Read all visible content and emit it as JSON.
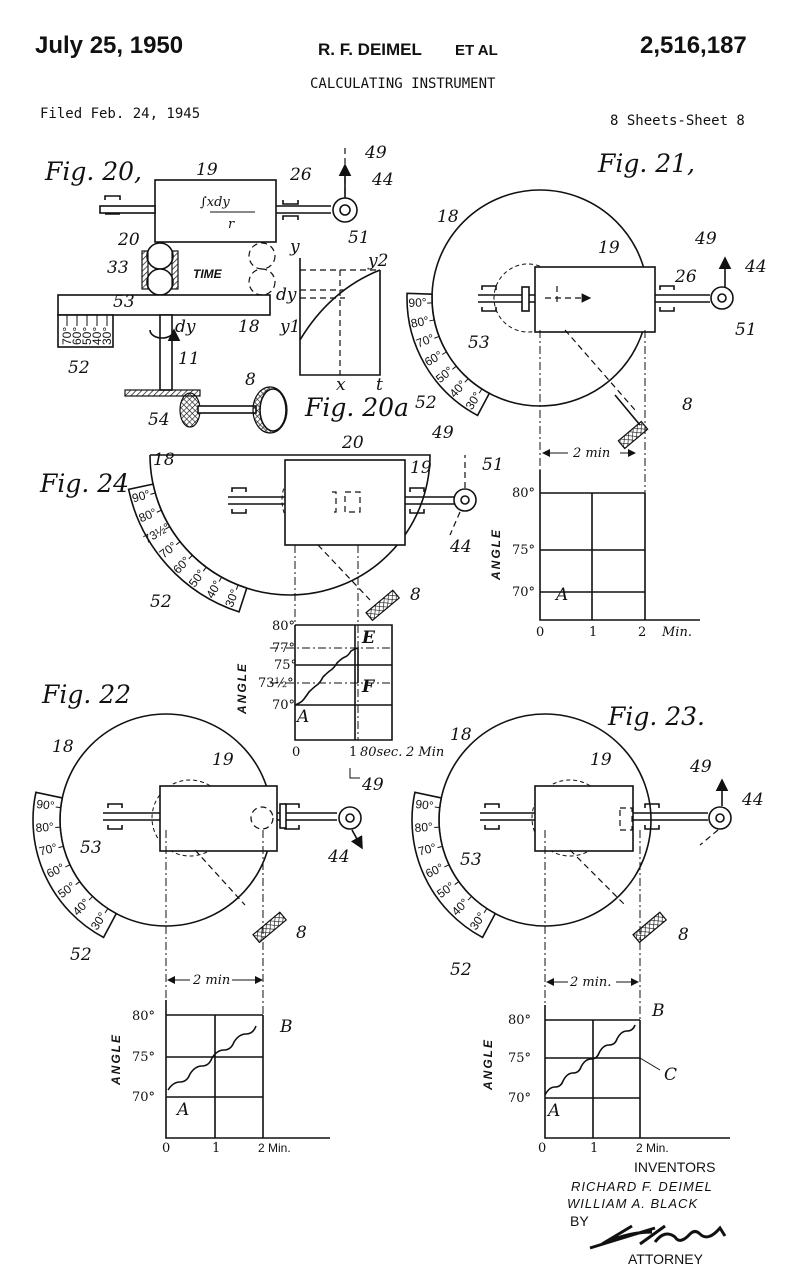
{
  "header": {
    "date": "July 25, 1950",
    "inventor": "R. F. DEIMEL",
    "et_al": "ET AL",
    "patent_number": "2,516,187",
    "title": "CALCULATING INSTRUMENT",
    "filed": "Filed Feb. 24, 1945",
    "sheets": "8 Sheets-Sheet 8"
  },
  "fig20": {
    "title": "Fig. 20,",
    "refs": {
      "r19": "19",
      "r26": "26",
      "r49": "49",
      "r44": "44",
      "r51": "51",
      "r20": "20",
      "r33": "33",
      "r53": "53",
      "r18": "18",
      "r52": "52",
      "r11": "11",
      "r54": "54",
      "r8": "8"
    },
    "formula_num": "∫xdy",
    "formula_den": "r",
    "time": "TIME",
    "dy": "dy",
    "scale": [
      "70°",
      "60°",
      "50°",
      "40°",
      "30°"
    ]
  },
  "fig20a": {
    "title": "Fig. 20a",
    "y": "y",
    "y2": "y2",
    "y1": "y1",
    "dy": "dy",
    "x": "x",
    "t": "t"
  },
  "fig21": {
    "title": "Fig. 21,",
    "refs": {
      "r18": "18",
      "r19": "19",
      "r49": "49",
      "r44": "44",
      "r26": "26",
      "r51": "51",
      "r53": "53",
      "r52": "52",
      "r8": "8"
    },
    "scale": [
      "90°",
      "80°",
      "70°",
      "60°",
      "50°",
      "40°",
      "30°"
    ],
    "chart": {
      "span": "2 min",
      "ylabel": "ANGLE",
      "yticks": [
        "80°",
        "75°",
        "70°"
      ],
      "xticks": [
        "0",
        "1",
        "2",
        "Min."
      ],
      "points": {
        "a": "A"
      }
    }
  },
  "fig24": {
    "title": "Fig. 24,",
    "refs": {
      "r18": "18",
      "r20": "20",
      "r49": "49",
      "r51": "51",
      "r19": "19",
      "r44": "44",
      "r8": "8",
      "r52": "52",
      "r49b": "49"
    },
    "scale": [
      "90°",
      "80°",
      "73½°",
      "70°",
      "60°",
      "50°",
      "40°",
      "30°"
    ],
    "chart": {
      "ylabel": "ANGLE",
      "yticks": [
        "80°",
        "77°",
        "75°",
        "73½°",
        "70°"
      ],
      "xticks": [
        "0",
        "1",
        "80sec.",
        "2 Min"
      ],
      "points": {
        "a": "A",
        "e": "E",
        "f": "F"
      }
    }
  },
  "fig22": {
    "title": "Fig. 22",
    "refs": {
      "r18": "18",
      "r19": "19",
      "r53": "53",
      "r44": "44",
      "r52": "52",
      "r8": "8"
    },
    "scale": [
      "90°",
      "80°",
      "70°",
      "60°",
      "50°",
      "40°",
      "30°"
    ],
    "chart": {
      "span": "2 min",
      "ylabel": "ANGLE",
      "yticks": [
        "80°",
        "75°",
        "70°"
      ],
      "xticks": [
        "0",
        "1",
        "2 Min."
      ],
      "points": {
        "a": "A",
        "b": "B"
      }
    }
  },
  "fig23": {
    "title": "Fig. 23.",
    "refs": {
      "r18": "18",
      "r19": "19",
      "r49": "49",
      "r44": "44",
      "r53": "53",
      "r52": "52",
      "r8": "8"
    },
    "scale": [
      "90°",
      "80°",
      "70°",
      "60°",
      "50°",
      "40°",
      "30°"
    ],
    "chart": {
      "span": "2 min.",
      "ylabel": "ANGLE",
      "yticks": [
        "80°",
        "75°",
        "70°"
      ],
      "xticks": [
        "0",
        "1",
        "2 Min."
      ],
      "points": {
        "a": "A",
        "b": "B",
        "c": "C"
      }
    }
  },
  "footer": {
    "inventors_label": "INVENTORS",
    "names": [
      "RICHARD F. DEIMEL",
      "WILLIAM A. BLACK"
    ],
    "by": "BY",
    "signature": "H. H. Hulse",
    "attorney_label": "ATTORNEY"
  }
}
